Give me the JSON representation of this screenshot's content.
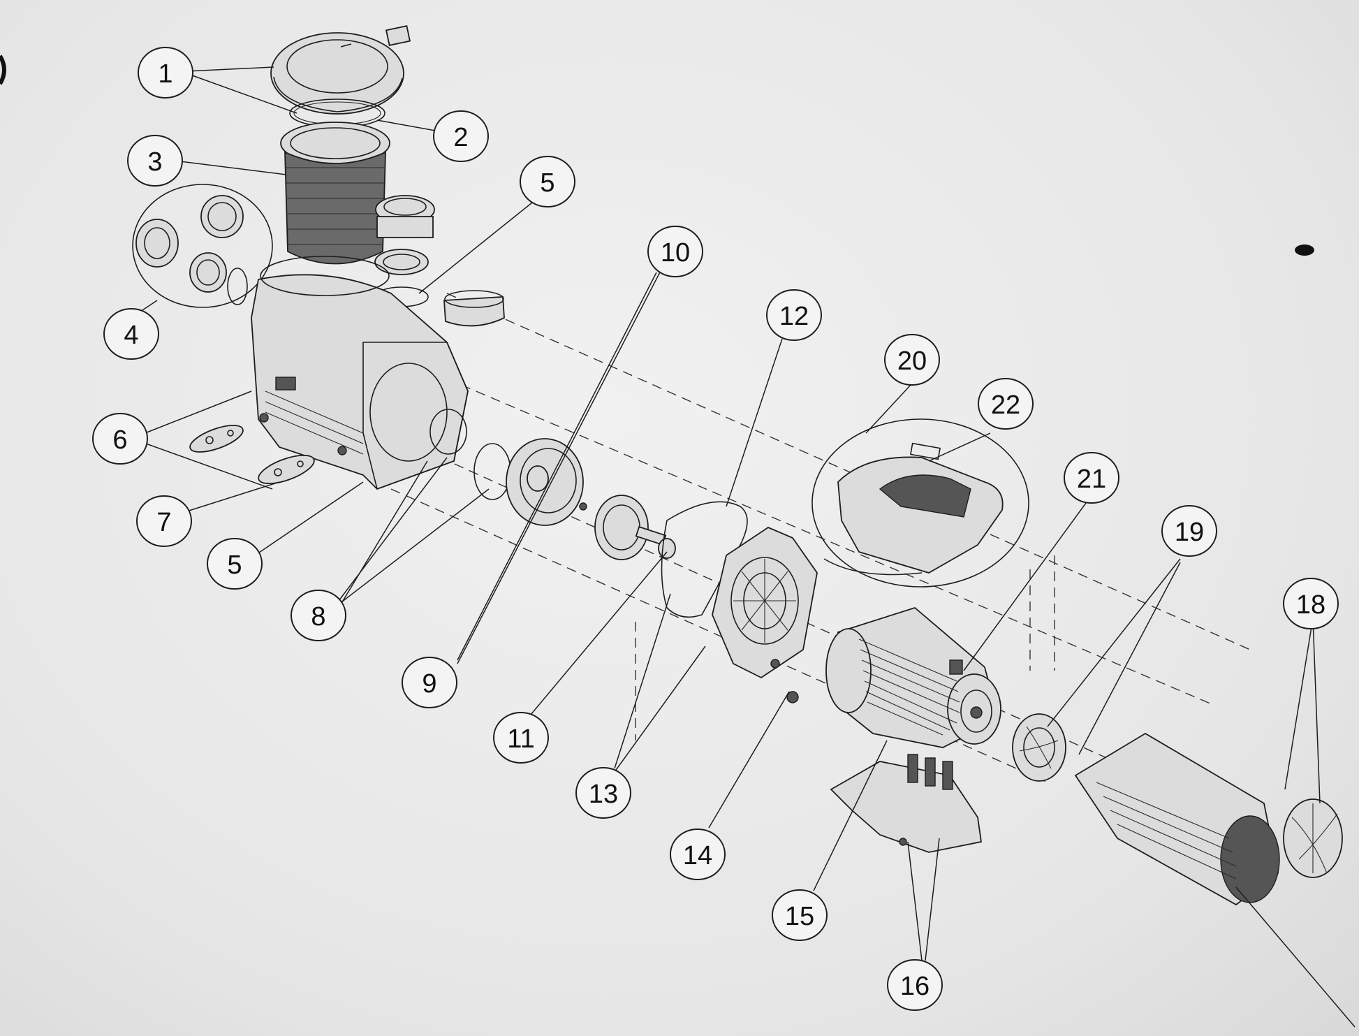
{
  "callouts": [
    {
      "id": "c1",
      "label": "1"
    },
    {
      "id": "c2",
      "label": "2"
    },
    {
      "id": "c3",
      "label": "3"
    },
    {
      "id": "c4",
      "label": "4"
    },
    {
      "id": "c5a",
      "label": "5"
    },
    {
      "id": "c5b",
      "label": "5"
    },
    {
      "id": "c6",
      "label": "6"
    },
    {
      "id": "c7",
      "label": "7"
    },
    {
      "id": "c8",
      "label": "8"
    },
    {
      "id": "c9",
      "label": "9"
    },
    {
      "id": "c10",
      "label": "10"
    },
    {
      "id": "c11",
      "label": "11"
    },
    {
      "id": "c12",
      "label": "12"
    },
    {
      "id": "c13",
      "label": "13"
    },
    {
      "id": "c14",
      "label": "14"
    },
    {
      "id": "c15",
      "label": "15"
    },
    {
      "id": "c16",
      "label": "16"
    },
    {
      "id": "c18",
      "label": "18"
    },
    {
      "id": "c19",
      "label": "19"
    },
    {
      "id": "c20",
      "label": "20"
    },
    {
      "id": "c21",
      "label": "21"
    },
    {
      "id": "c22",
      "label": "22"
    }
  ],
  "colors": {
    "line": "#1d1d1d",
    "paper": "#ececec"
  }
}
